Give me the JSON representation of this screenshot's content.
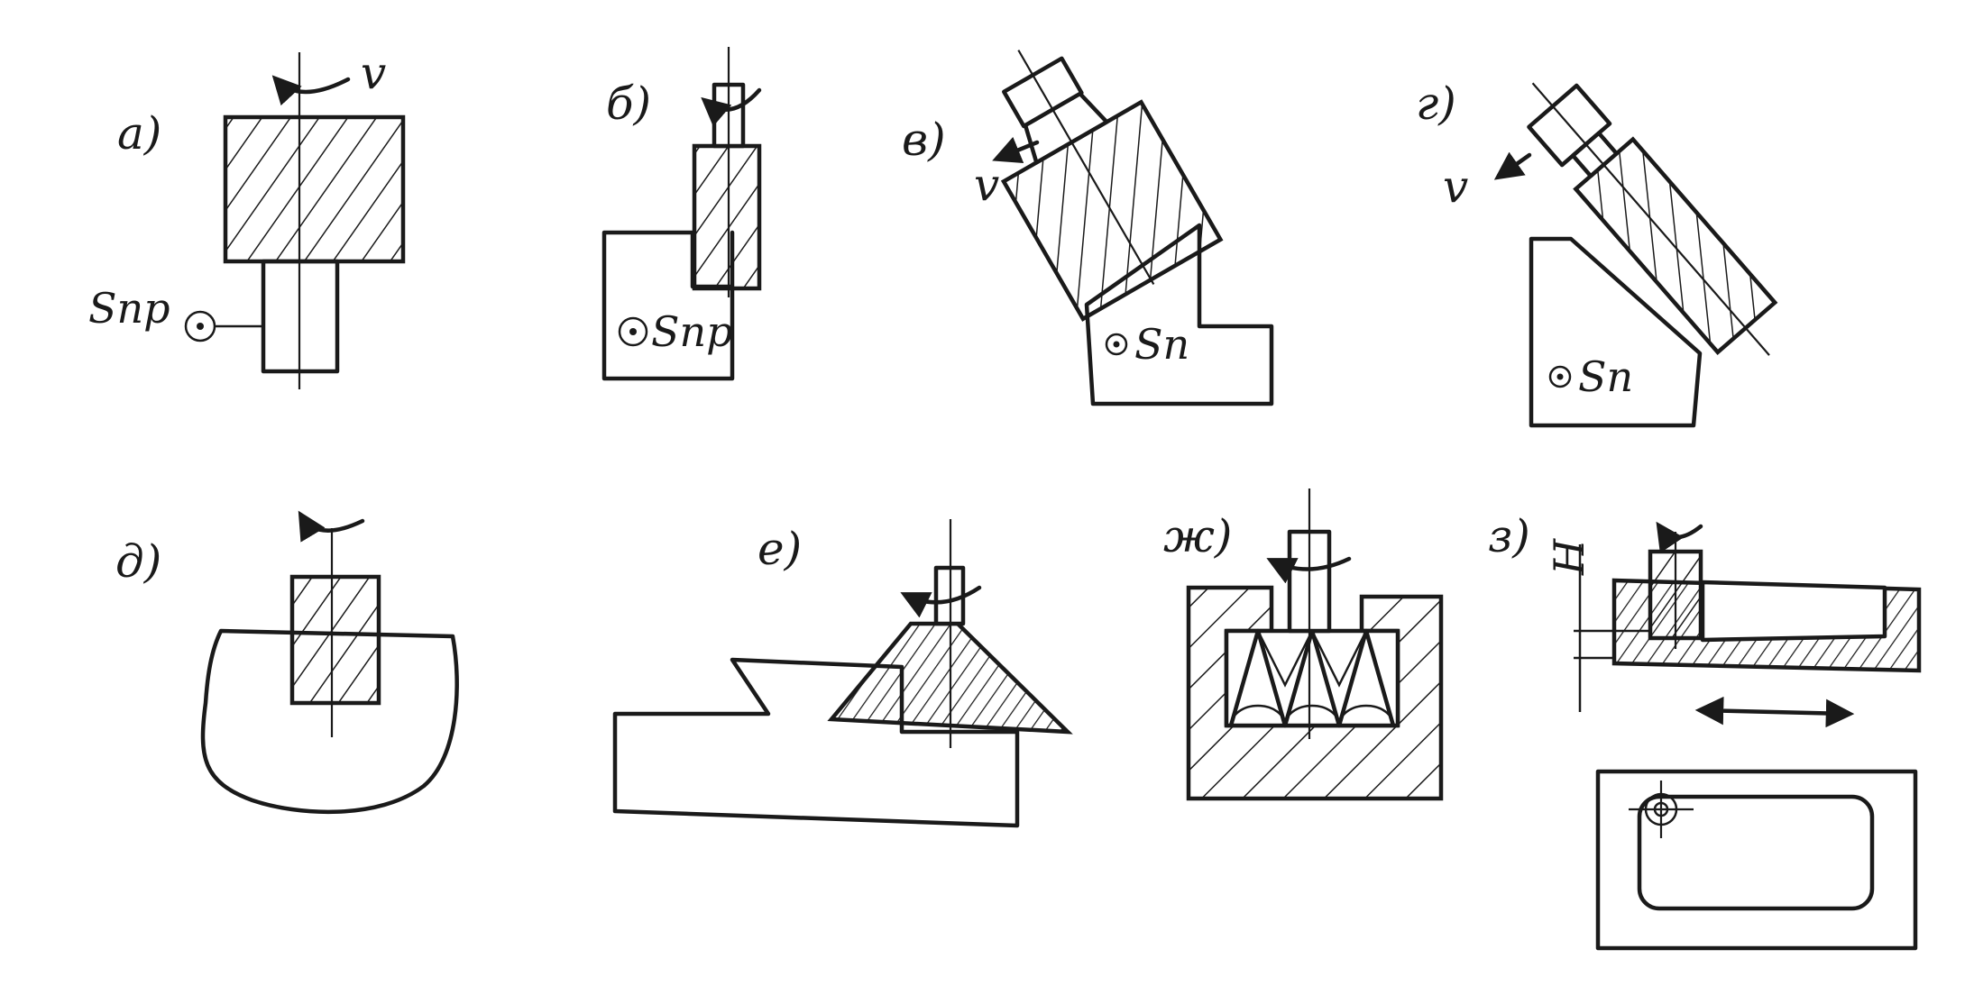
{
  "labels": {
    "a": "а)",
    "b": "б)",
    "v": "в)",
    "g": "г)",
    "d": "д)",
    "e": "е)",
    "zh": "ж)",
    "z": "з)"
  },
  "annotations": {
    "v_speed": "v",
    "s_pr": "Sпр",
    "s_p": "Sп",
    "h": "H"
  },
  "colors": {
    "ink": "#1a1a1a",
    "paper": "#ffffff"
  }
}
